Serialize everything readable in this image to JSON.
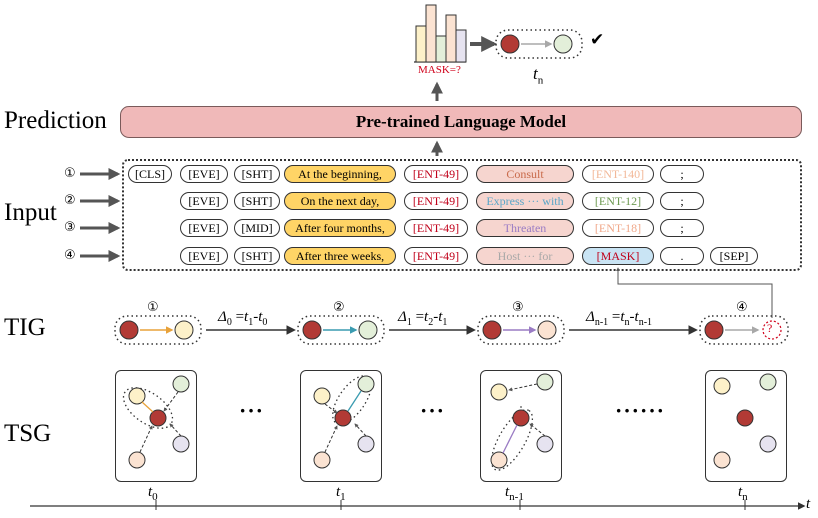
{
  "labels": {
    "prediction": "Prediction",
    "input": "Input",
    "tig": "TIG",
    "tsg": "TSG"
  },
  "model_label": "Pre-trained Language Model",
  "mask_query": "MASK=?",
  "check": "✔",
  "output_time": {
    "base": "t",
    "sub": "n"
  },
  "row_markers": [
    "①",
    "②",
    "③",
    "④"
  ],
  "rows": [
    {
      "tokens": [
        "[CLS]",
        "[EVE]",
        "[SHT]",
        "At the beginning,",
        "[ENT-49]",
        "Consult",
        "[ENT-140]",
        ";"
      ]
    },
    {
      "tokens": [
        "[EVE]",
        "[SHT]",
        "On the next day,",
        "[ENT-49]",
        "Express ··· with",
        "[ENT-12]",
        ";"
      ]
    },
    {
      "tokens": [
        "[EVE]",
        "[MID]",
        "After four months,",
        "[ENT-49]",
        "Threaten",
        "[ENT-18]",
        ";"
      ]
    },
    {
      "tokens": [
        "[EVE]",
        "[SHT]",
        "After three weeks,",
        "[ENT-49]",
        "Host ··· for",
        "[MASK]",
        ".",
        "[SEP]"
      ]
    }
  ],
  "tig": {
    "markers": [
      "①",
      "②",
      "③",
      "④"
    ],
    "deltas": [
      {
        "d": "Δ",
        "ds": "0",
        "eq": " =",
        "a": "t",
        "as": "1",
        "b": "t",
        "bs": "0"
      },
      {
        "d": "Δ",
        "ds": "1",
        "eq": " =",
        "a": "t",
        "as": "2",
        "b": "t",
        "bs": "1"
      },
      {
        "d": "Δ",
        "ds": "n-1",
        "eq": " =",
        "a": "t",
        "as": "n",
        "b": "t",
        "bs": "n-1"
      }
    ],
    "query": "?"
  },
  "ellipses": [
    "···",
    "···",
    "······"
  ],
  "timeline": {
    "ticks": [
      {
        "base": "t",
        "sub": "0"
      },
      {
        "base": "t",
        "sub": "1"
      },
      {
        "base": "t",
        "sub": "n-1"
      },
      {
        "base": "t",
        "sub": "n"
      }
    ],
    "axis": "t"
  },
  "colors": {
    "red": "#b23a35",
    "yellow": "#fdf1c9",
    "green": "#e3efd9",
    "purple": "#e6e3f0",
    "peach": "#fbe3d2",
    "orange": "#e8a23a",
    "teal": "#3a9bb0",
    "violet": "#9a7cc4",
    "grey": "#a8a8a8"
  }
}
